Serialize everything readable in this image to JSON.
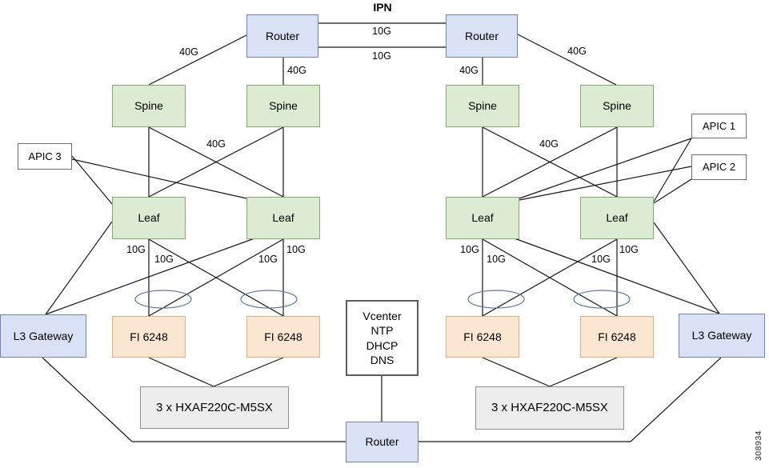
{
  "title": "IPN",
  "figure_number": "308934",
  "nodes": {
    "ipn_routers": [
      {
        "label": "Router"
      },
      {
        "label": "Router"
      }
    ],
    "spines": [
      {
        "label": "Spine"
      },
      {
        "label": "Spine"
      },
      {
        "label": "Spine"
      },
      {
        "label": "Spine"
      }
    ],
    "leaves": [
      {
        "label": "Leaf"
      },
      {
        "label": "Leaf"
      },
      {
        "label": "Leaf"
      },
      {
        "label": "Leaf"
      }
    ],
    "apics": [
      {
        "label": "APIC 3"
      },
      {
        "label": "APIC 1"
      },
      {
        "label": "APIC 2"
      }
    ],
    "l3_gateways": [
      {
        "label": "L3 Gateway"
      },
      {
        "label": "L3 Gateway"
      }
    ],
    "fabric_interconnects": [
      {
        "label": "FI 6248"
      },
      {
        "label": "FI 6248"
      },
      {
        "label": "FI 6248"
      },
      {
        "label": "FI 6248"
      }
    ],
    "hx_clusters": [
      {
        "label": "3 x HXAF220C-M5SX"
      },
      {
        "label": "3 x HXAF220C-M5SX"
      }
    ],
    "services_box": {
      "lines": [
        "Vcenter",
        "NTP",
        "DHCP",
        "DNS"
      ]
    },
    "bottom_router": {
      "label": "Router"
    }
  },
  "link_labels": {
    "ipn_links": [
      "10G",
      "10G"
    ],
    "router_spine": [
      "40G",
      "40G",
      "40G",
      "40G"
    ],
    "spine_leaf": [
      "40G",
      "40G"
    ],
    "leaf_fi": [
      "10G",
      "10G",
      "10G",
      "10G",
      "10G",
      "10G",
      "10G",
      "10G"
    ]
  },
  "colors": {
    "router_fill": "#d9e1f4",
    "router_stroke": "#7384b4",
    "fabric_fill": "#dcecd3",
    "fabric_stroke": "#86aa6e",
    "fi_fill": "#fbe6d1",
    "fi_stroke": "#e6ad7f",
    "hx_fill": "#ededed",
    "hx_stroke": "#8f8f8f",
    "plain_fill": "#ffffff",
    "plain_stroke": "#6e6e6e",
    "line": "#161616",
    "port_channel_stroke": "#5b79a8"
  }
}
